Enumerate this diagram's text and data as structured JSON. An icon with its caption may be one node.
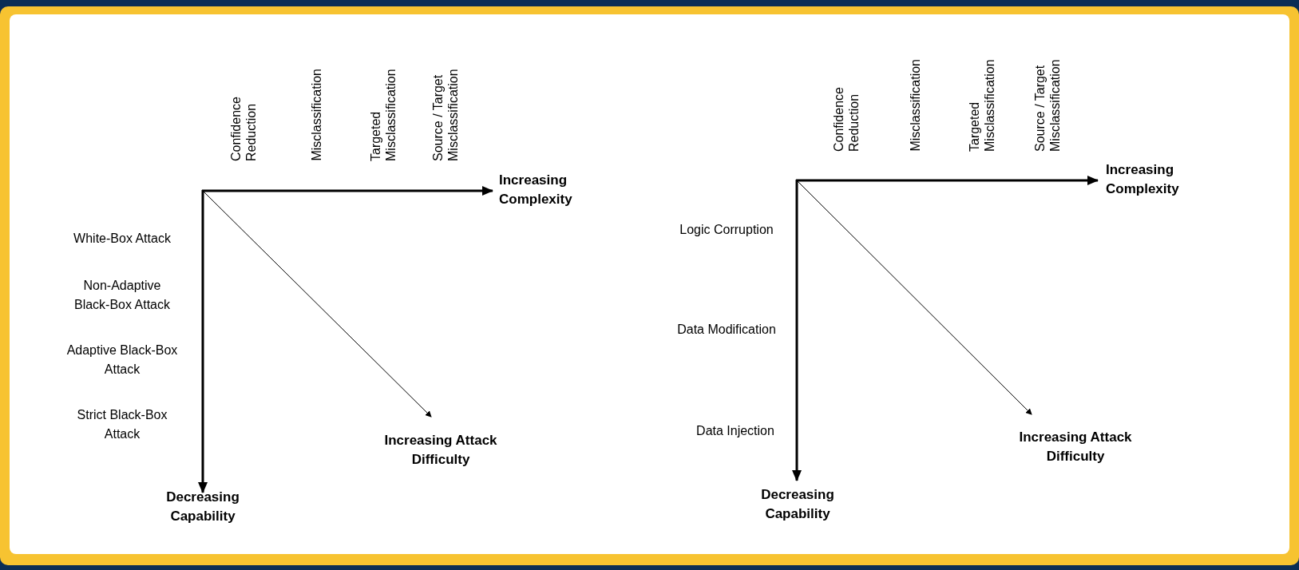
{
  "diagram": {
    "labels": [
      "Confidence Reduction",
      "Misclassification",
      "Targeted Misclassification",
      "Source / Target Misclassification",
      "Increasing Complexity",
      "White-Box Attack",
      "Non-Adaptive Black-Box Attack",
      "Adaptive Black-Box Attack",
      "Strict Black-Box Attack",
      "Increasing Attack Difficulty",
      "Decreasing Capability",
      "Confidence Reduction",
      "Misclassification",
      "Targeted Misclassification",
      "Source / Target Misclassification",
      "Increasing Complexity",
      "Logic Corruption",
      "Data Modification",
      "Data Injection",
      "Increasing Attack Difficulty",
      "Decreasing Capability"
    ]
  }
}
